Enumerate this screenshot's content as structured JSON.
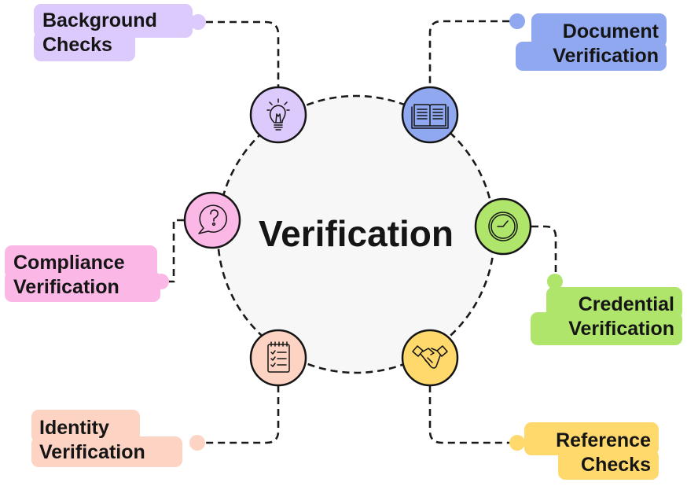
{
  "title": "Verification",
  "items": [
    {
      "id": "background",
      "line1": "Background",
      "line2": "Checks",
      "icon": "lightbulb-icon",
      "color": "#dccafc"
    },
    {
      "id": "document",
      "line1": "Document",
      "line2": "Verification",
      "icon": "book-icon",
      "color": "#8fa8f0"
    },
    {
      "id": "credential",
      "line1": "Credential",
      "line2": "Verification",
      "icon": "clock-icon",
      "color": "#aee56a"
    },
    {
      "id": "reference",
      "line1": "Reference",
      "line2": "Checks",
      "icon": "handshake-icon",
      "color": "#ffd96b"
    },
    {
      "id": "identity",
      "line1": "Identity",
      "line2": "Verification",
      "icon": "checklist-icon",
      "color": "#fdd3c3"
    },
    {
      "id": "compliance",
      "line1": "Compliance",
      "line2": "Verification",
      "icon": "question-bubble-icon",
      "color": "#fbb8e6"
    }
  ],
  "center_color": "#f7f7f7"
}
